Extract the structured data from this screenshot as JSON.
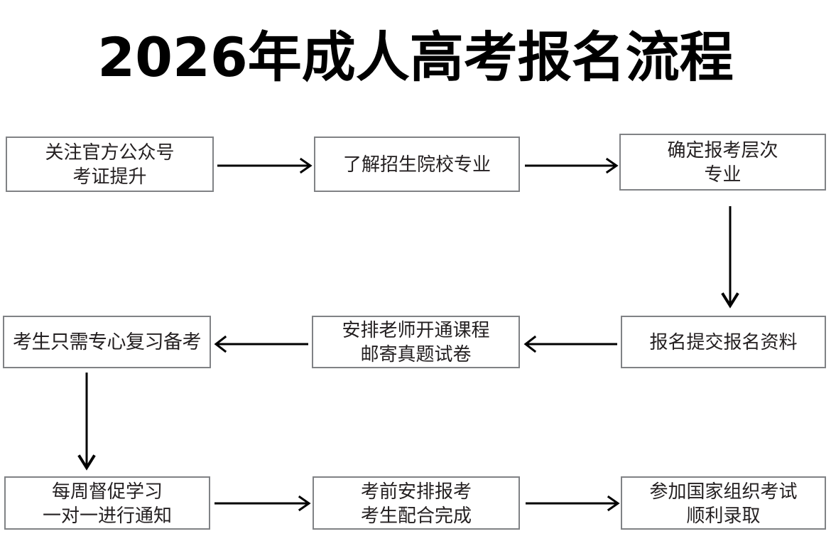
{
  "title": "2026年成人高考报名流程",
  "colors": {
    "box_border": "#808285",
    "box_fill": "#ffffff",
    "text": "#231f20",
    "title": "#000000",
    "arrow": "#000000"
  },
  "nodes": [
    {
      "id": "node-1",
      "name": "follow-official-account",
      "lines": [
        "关注官方公众号",
        "考证提升"
      ],
      "row": 1,
      "column": 1
    },
    {
      "id": "node-2",
      "name": "learn-schools-majors",
      "lines": [
        "了解招生院校专业"
      ],
      "row": 1,
      "column": 2
    },
    {
      "id": "node-3",
      "name": "confirm-level-major",
      "lines": [
        "确定报考层次",
        "专业"
      ],
      "row": 1,
      "column": 3
    },
    {
      "id": "node-4",
      "name": "focus-on-review",
      "lines": [
        "考生只需专心复习备考"
      ],
      "row": 2,
      "column": 1
    },
    {
      "id": "node-5",
      "name": "teacher-opens-course",
      "lines": [
        "安排老师开通课程",
        "邮寄真题试卷"
      ],
      "row": 2,
      "column": 2
    },
    {
      "id": "node-6",
      "name": "submit-application-materials",
      "lines": [
        "报名提交报名资料"
      ],
      "row": 2,
      "column": 3
    },
    {
      "id": "node-7",
      "name": "weekly-study-supervision",
      "lines": [
        "每周督促学习",
        "一对一进行通知"
      ],
      "row": 3,
      "column": 1
    },
    {
      "id": "node-8",
      "name": "pre-exam-registration",
      "lines": [
        "考前安排报考",
        "考生配合完成"
      ],
      "row": 3,
      "column": 2
    },
    {
      "id": "node-9",
      "name": "attend-national-exam",
      "lines": [
        "参加国家组织考试",
        "顺利录取"
      ],
      "row": 3,
      "column": 3
    }
  ],
  "edges": [
    {
      "name": "arrow-node1-to-node2",
      "from": "node-1",
      "to": "node-2",
      "direction": "right"
    },
    {
      "name": "arrow-node2-to-node3",
      "from": "node-2",
      "to": "node-3",
      "direction": "right"
    },
    {
      "name": "arrow-node3-to-node6",
      "from": "node-3",
      "to": "node-6",
      "direction": "down"
    },
    {
      "name": "arrow-node6-to-node5",
      "from": "node-6",
      "to": "node-5",
      "direction": "left"
    },
    {
      "name": "arrow-node5-to-node4",
      "from": "node-5",
      "to": "node-4",
      "direction": "left"
    },
    {
      "name": "arrow-node4-to-node7",
      "from": "node-4",
      "to": "node-7",
      "direction": "down"
    },
    {
      "name": "arrow-node7-to-node8",
      "from": "node-7",
      "to": "node-8",
      "direction": "right"
    },
    {
      "name": "arrow-node8-to-node9",
      "from": "node-8",
      "to": "node-9",
      "direction": "right"
    }
  ]
}
